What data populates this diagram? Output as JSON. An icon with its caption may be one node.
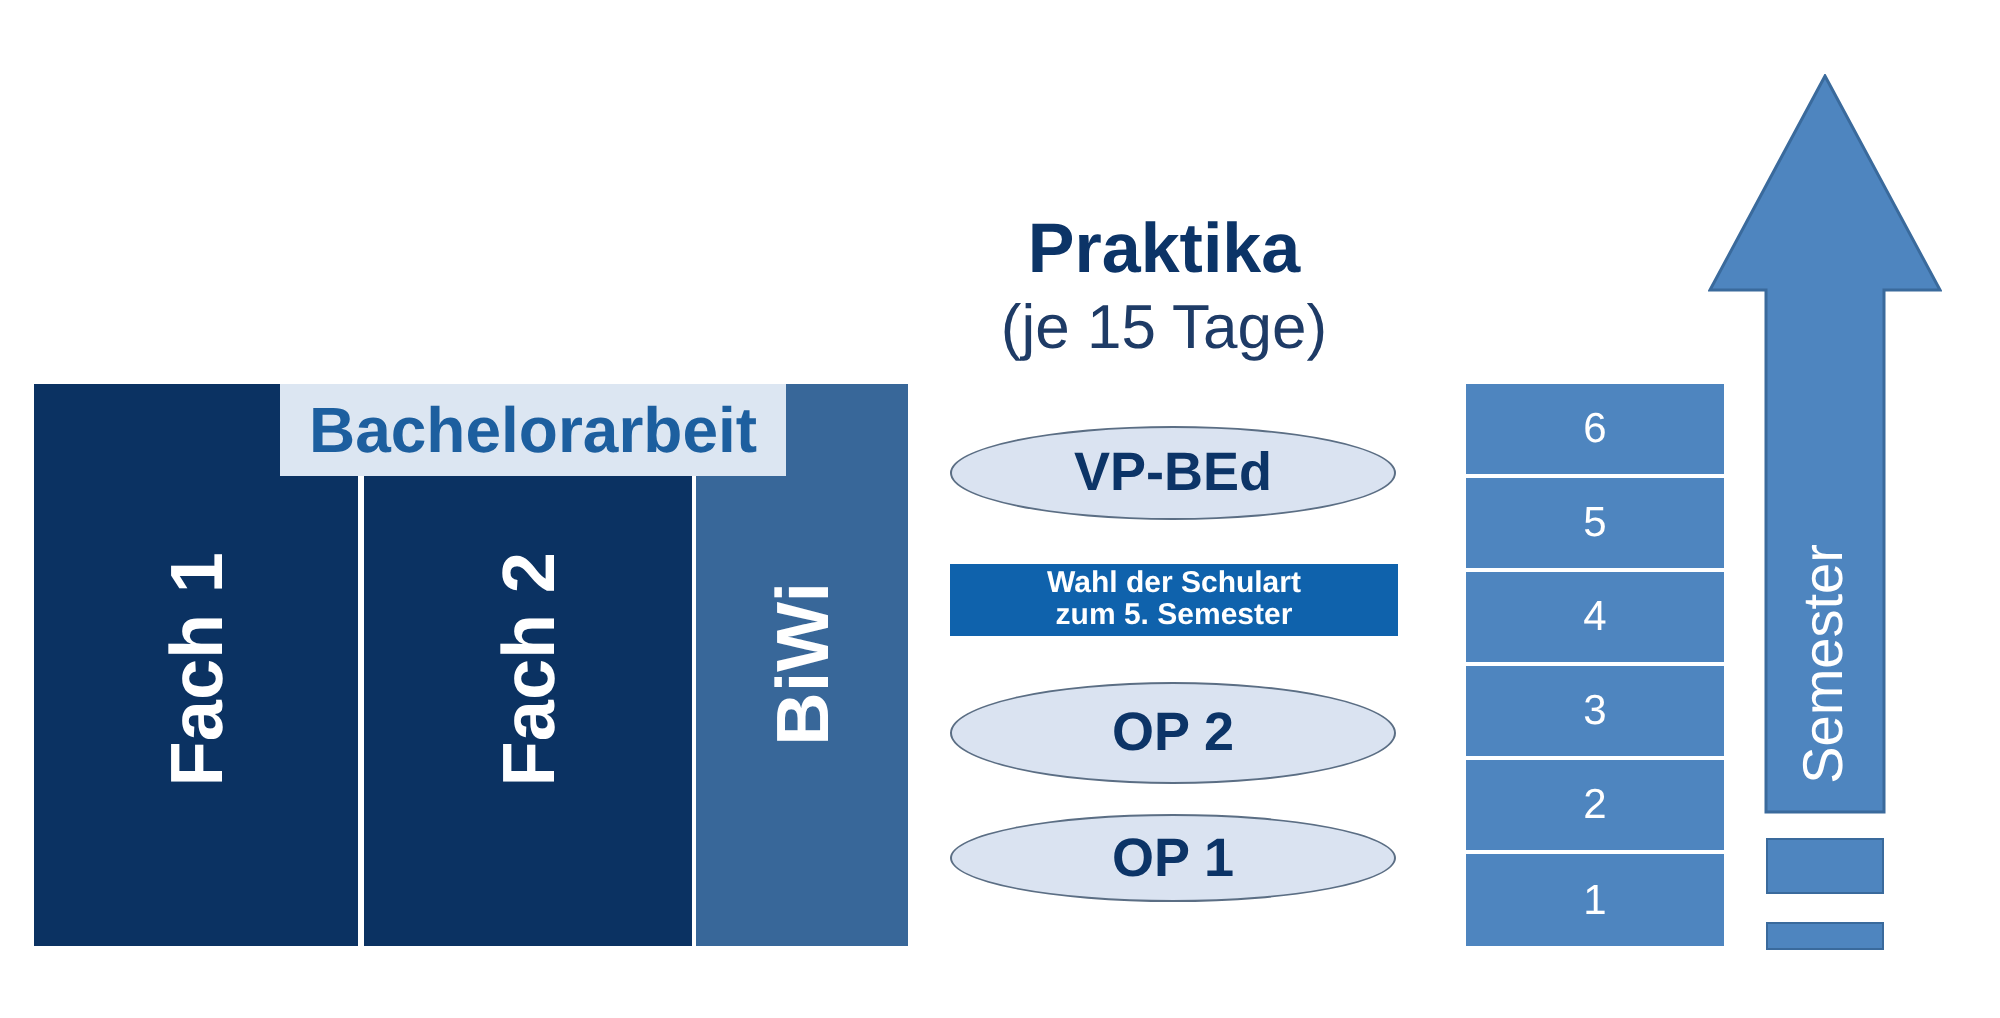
{
  "diagram": {
    "nodes": [
      {
        "text": [
          "Bachelorarbeit"
        ]
      },
      {
        "text": [
          "Fach 1"
        ]
      },
      {
        "text": [
          "Fach 2"
        ]
      },
      {
        "text": [
          "BiWi"
        ]
      },
      {
        "text": [
          "VP-BEd"
        ]
      },
      {
        "text": [
          "Wahl der Schulart zum 5. Semester"
        ]
      },
      {
        "text": [
          "OP 2"
        ]
      },
      {
        "text": [
          "OP 1"
        ]
      },
      {
        "text": [
          "6"
        ]
      },
      {
        "text": [
          "5"
        ]
      },
      {
        "text": [
          "4"
        ]
      },
      {
        "text": [
          "3"
        ]
      },
      {
        "text": [
          "2"
        ]
      },
      {
        "text": [
          "1"
        ]
      },
      {
        "text": [
          "Semester"
        ]
      },
      {
        "text": [],
        "shape": "bar"
      },
      {
        "text": [],
        "shape": "bar"
      }
    ],
    "labels": [
      "Praktika",
      "(je 15 Tage)"
    ]
  }
}
